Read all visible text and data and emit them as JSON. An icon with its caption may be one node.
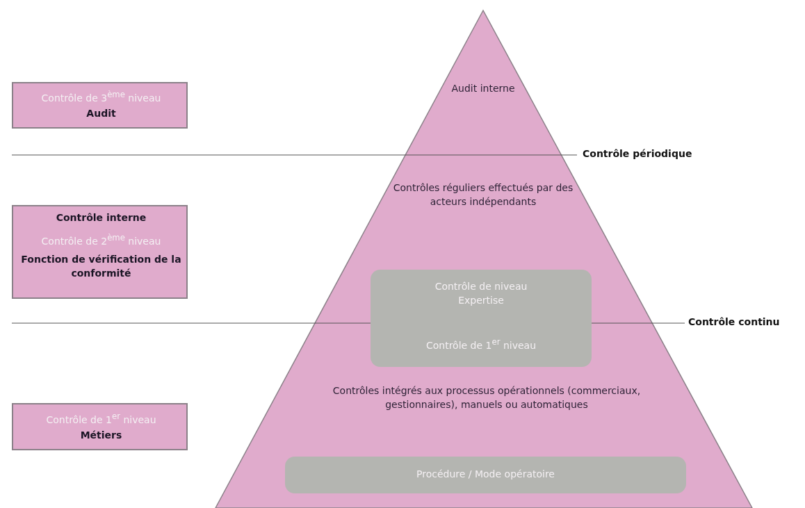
{
  "diagram": {
    "nodes": [
      {
        "text": [
          "Contrôle de 3$^{ème}$ niveau",
          "Audit"
        ]
      },
      {
        "text": [
          "Contrôle interne",
          "Contrôle de 2$^{ème}$ niveau",
          "Fonction de vérification de la conformité"
        ]
      },
      {
        "text": [
          "Contrôle de 1$^{er}$ niveau",
          "Métiers"
        ]
      },
      {
        "text": [
          "Audit interne",
          "Contrôles réguliers effectués par des acteurs indépendants",
          "Contrôles intégrés aux processus opérationnels (commerciaux, gestionnaires), manuels ou automatiques"
        ]
      },
      {
        "text": [
          "Contrôle de niveau Expertise",
          "Contrôle de 1$^{er}$ niveau"
        ],
        "in": 3
      },
      {
        "text": [
          "Procédure / Mode opératoire"
        ],
        "in": 3
      }
    ],
    "labels": [
      "Contrôle périodique",
      "Contrôle continu"
    ]
  }
}
